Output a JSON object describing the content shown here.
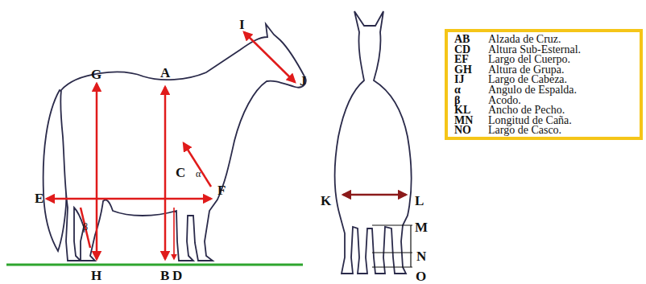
{
  "diagram": {
    "labels": [
      "I",
      "J",
      "G",
      "A",
      "E",
      "C",
      "F",
      "α",
      "β",
      "H",
      "B",
      "D",
      "K",
      "L",
      "M",
      "N",
      "O",
      "AB",
      "Alzada de Cruz.",
      "CD",
      "Altura Sub-Esternal.",
      "EF",
      "Largo del Cuerpo.",
      "GH",
      "Altura de Grupa.",
      "IJ",
      "Largo de Cabeza.",
      "α",
      "Angulo de Espalda.",
      "β",
      "Acodo.",
      "KL",
      "Ancho de Pecho.",
      "MN",
      "Longitud de Caña.",
      "NO",
      "Largo de Casco."
    ]
  }
}
